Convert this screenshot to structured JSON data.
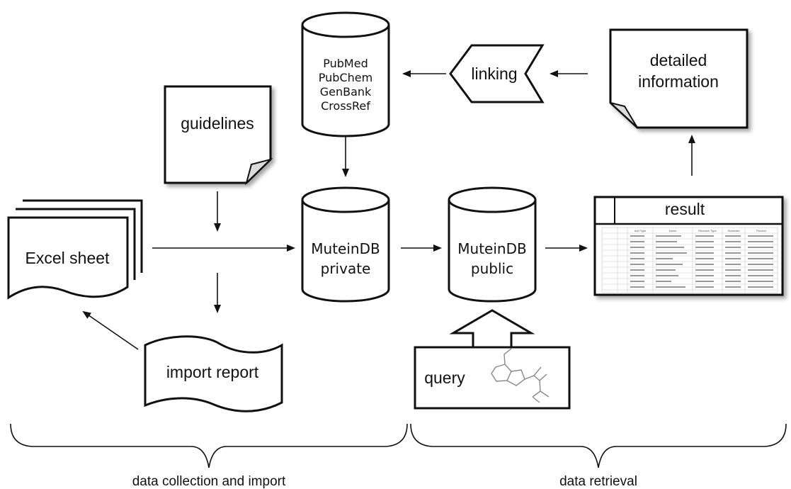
{
  "nodes": {
    "external_db": [
      "PubMed",
      "PubChem",
      "GenBank",
      "CrossRef"
    ],
    "linking": "linking",
    "detailed_information": [
      "detailed",
      "information"
    ],
    "guidelines": "guidelines",
    "excel_sheet": "Excel sheet",
    "mutein_private": [
      "MuteinDB",
      "private"
    ],
    "mutein_public": [
      "MuteinDB",
      "public"
    ],
    "result": "result",
    "import_report": "import report",
    "query": "query"
  },
  "brace_labels": {
    "left": "data collection and import",
    "right": "data retrieval"
  },
  "result_table_headers": [
    "Add Type",
    "Name",
    "Reaction Type",
    "Substrate",
    "Product"
  ]
}
